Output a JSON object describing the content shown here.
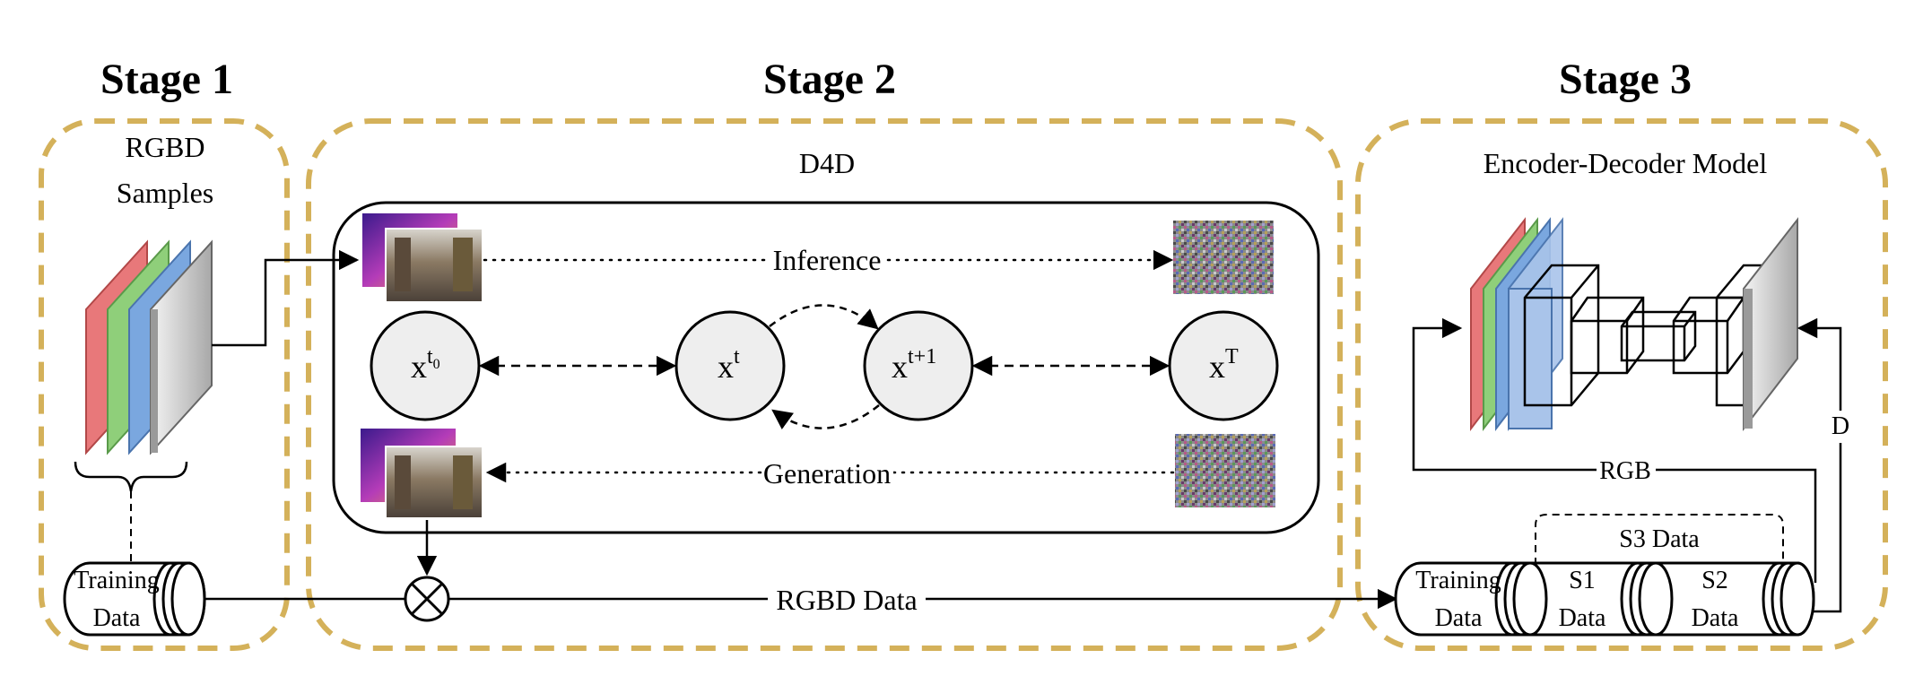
{
  "stages": {
    "stage1": {
      "title": "Stage 1",
      "label_line1": "RGBD",
      "label_line2": "Samples"
    },
    "stage2": {
      "title": "Stage 2",
      "label": "D4D"
    },
    "stage3": {
      "title": "Stage 3",
      "label": "Encoder-Decoder Model"
    }
  },
  "flows": {
    "inference": "Inference",
    "generation": "Generation",
    "rgbd_data": "RGBD Data",
    "rgb": "RGB",
    "d": "D"
  },
  "nodes": {
    "x_t0": {
      "base": "x",
      "sup": "t",
      "sub": "0"
    },
    "x_t": {
      "base": "x",
      "sup": "t"
    },
    "x_t1": {
      "base": "x",
      "sup": "t+1"
    },
    "x_T": {
      "base": "x",
      "sup": "T"
    }
  },
  "storage": {
    "training_left": {
      "line1": "Training",
      "line2": "Data"
    },
    "training_right": {
      "line1": "Training",
      "line2": "Data"
    },
    "s1": {
      "line1": "S1",
      "line2": "Data"
    },
    "s2": {
      "line1": "S2",
      "line2": "Data"
    },
    "s3_label": "S3 Data"
  },
  "colors": {
    "stage_border": "#d4b15a",
    "channel_red": "#e8787a",
    "channel_green": "#8fcf7a",
    "channel_blue": "#7aa7df",
    "channel_gray": "#c4c4c4",
    "node_fill": "#eeeeee"
  }
}
